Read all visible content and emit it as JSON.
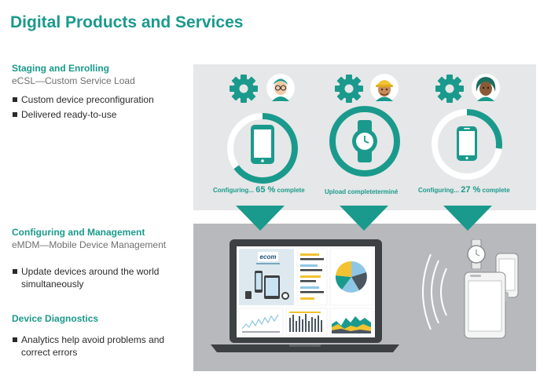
{
  "page": {
    "title": "Digital Products and Services"
  },
  "sections": {
    "staging": {
      "heading": "Staging and Enrolling",
      "subtitle": "eCSL—Custom Service Load",
      "bullets": [
        "Custom device preconfiguration",
        "Delivered ready-to-use"
      ]
    },
    "configuring": {
      "heading": "Configuring and Management",
      "subtitle": "eMDM—Mobile Device Management",
      "bullets": [
        "Update devices around the world simultaneously"
      ]
    },
    "diagnostics": {
      "heading": "Device Diagnostics",
      "bullets": [
        "Analytics help avoid problems and correct errors"
      ]
    }
  },
  "devices": [
    {
      "status_prefix": "Configuring...",
      "percent_text": "65 %",
      "status_suffix": "complete",
      "progress": 0.65,
      "device": "tablet-icon",
      "avatar": "user-glasses-icon"
    },
    {
      "status_prefix": "Upload completeterminé",
      "percent_text": "",
      "status_suffix": "",
      "progress": 1.0,
      "device": "smartwatch-icon",
      "avatar": "worker-helmet-icon"
    },
    {
      "status_prefix": "Configuring...",
      "percent_text": "27 %",
      "status_suffix": "complete",
      "progress": 0.27,
      "device": "phone-icon",
      "avatar": "user-dark-icon"
    }
  ],
  "laptop_screen": {
    "brand_logo": "ecom"
  },
  "colors": {
    "teal": "#1a9a8c",
    "panel_light": "#e6e7e8",
    "panel_dark": "#b7b9bc",
    "laptop_frame": "#3d4042",
    "yellow": "#f2c230",
    "slate": "#4a5660",
    "light_blue": "#8ec7e6"
  }
}
